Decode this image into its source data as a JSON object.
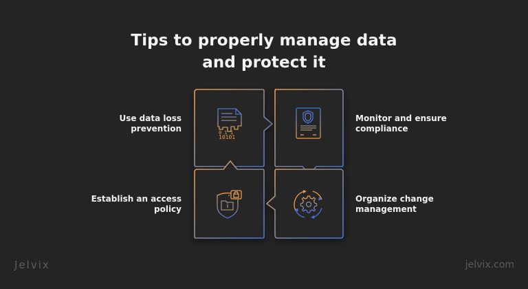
{
  "title": {
    "line1": "Tips to properly manage data",
    "line2": "and protect it"
  },
  "colors": {
    "background": "#242424",
    "orange": "#e49d4f",
    "blue": "#4a72d6",
    "gray": "#8a8a94",
    "text": "#f0f0f0",
    "brand": "#5e5e5e"
  },
  "tips": [
    {
      "id": "dlp",
      "line1": "Use data loss",
      "line2": "prevention",
      "icon": "document-binary-leak-icon",
      "position": "top-left"
    },
    {
      "id": "compliance",
      "line1": "Monitor and ensure",
      "line2": "compliance",
      "icon": "shield-document-icon",
      "position": "top-right"
    },
    {
      "id": "access",
      "line1": "Establish an access",
      "line2": "policy",
      "icon": "shield-folder-lock-icon",
      "position": "bottom-left"
    },
    {
      "id": "change",
      "line1": "Organize change",
      "line2": "management",
      "icon": "gear-cycle-icon",
      "position": "bottom-right"
    }
  ],
  "footer": {
    "logo": "Jelvix",
    "url": "jelvix.com"
  }
}
